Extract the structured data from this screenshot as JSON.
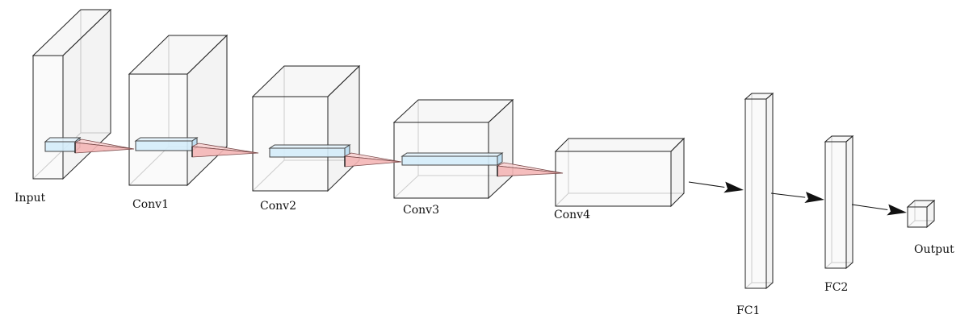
{
  "labels": {
    "input": "Input",
    "conv1": "Conv1",
    "conv2": "Conv2",
    "conv3": "Conv3",
    "conv4": "Conv4",
    "fc1": "FC1",
    "fc2": "FC2",
    "output": "Output"
  },
  "colors": {
    "kernel": "#d4ecf9",
    "cone": "#f4b6b6",
    "edge": "#222222"
  }
}
